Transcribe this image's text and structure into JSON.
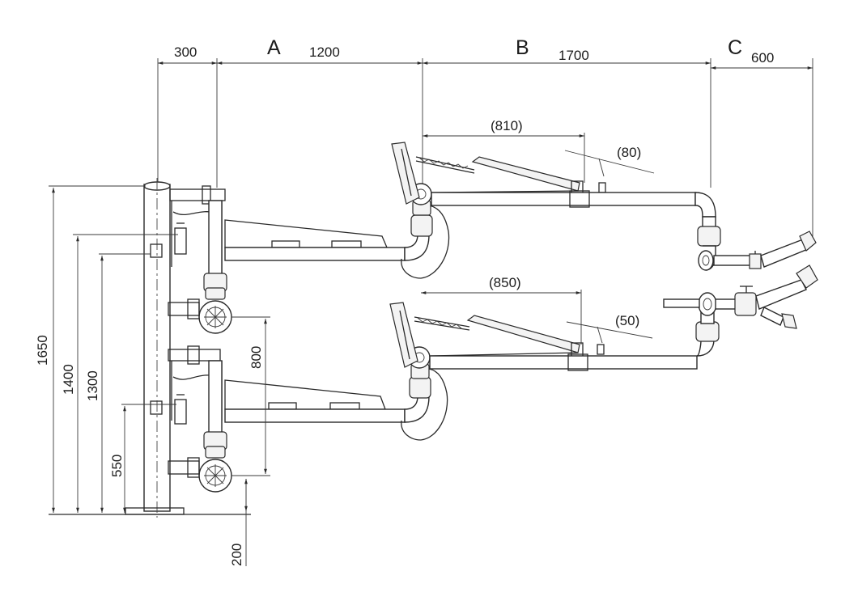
{
  "sections": {
    "a": "A",
    "b": "B",
    "c": "C"
  },
  "dimensions": {
    "top_300": "300",
    "top_1200": "1200",
    "top_1700": "1700",
    "top_600": "600",
    "upper_810": "(810)",
    "upper_80": "(80)",
    "lower_850": "(850)",
    "lower_50": "(50)",
    "vert_1650": "1650",
    "vert_1400": "1400",
    "vert_1300": "1300",
    "vert_550": "550",
    "vert_800": "800",
    "vert_200": "200"
  },
  "colors": {
    "line": "#2a2a2a",
    "paper": "#ffffff"
  }
}
